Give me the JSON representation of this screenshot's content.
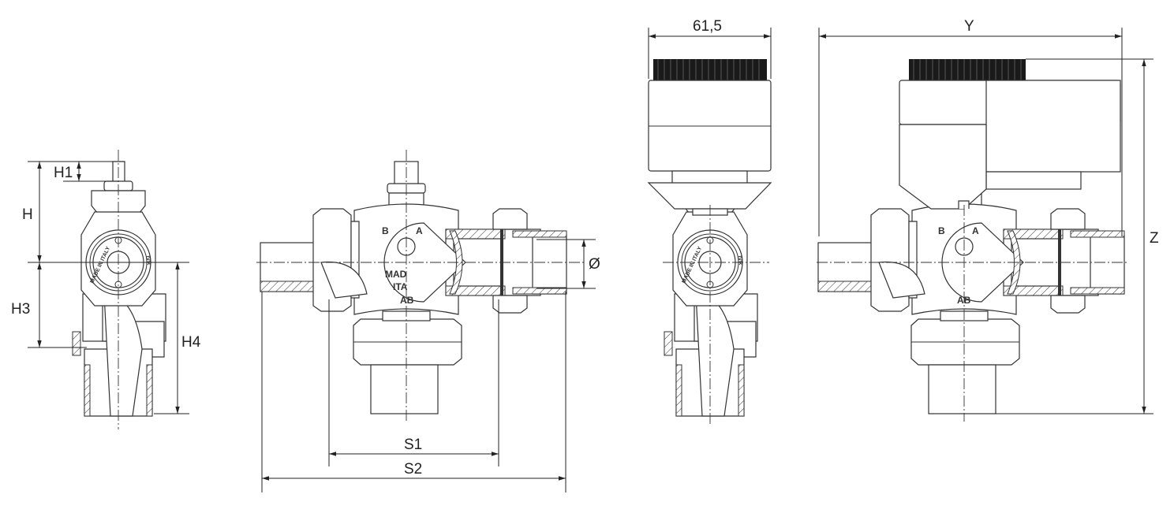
{
  "dimensions": {
    "h1": "H1",
    "h": "H",
    "h3": "H3",
    "h4": "H4",
    "s1": "S1",
    "s2": "S2",
    "diameter": "Ø",
    "actuator_width": "61,5",
    "y": "Y",
    "z": "Z"
  },
  "port_markings": {
    "b": "B",
    "a": "A",
    "ab": "AB",
    "made_in_front_1": "MAD",
    "made_in_front_2": "ITA",
    "made_in_italy": "MADE IN ITALY",
    "brand": "IVR"
  }
}
